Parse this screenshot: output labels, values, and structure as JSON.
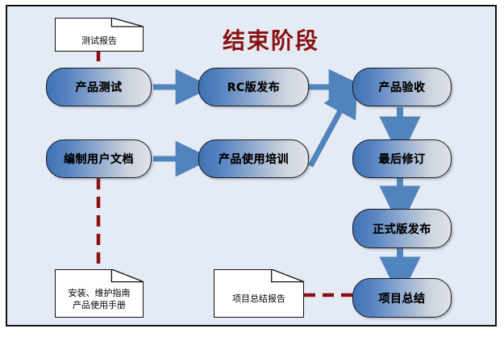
{
  "diagram": {
    "title": "结束阶段",
    "title_color": "#8a1010",
    "background_color": "#e5ebf5",
    "border_color": "#101010",
    "arrow_color": "#5183bd",
    "dashed_link_color": "#8b1010",
    "box_gradient_from": "#3f72b5",
    "box_gradient_to": "#dfe3e9"
  },
  "processes": [
    {
      "id": "product-test",
      "label": "产品测试"
    },
    {
      "id": "rc-release",
      "label": "RC版发布"
    },
    {
      "id": "product-acceptance",
      "label": "产品验收"
    },
    {
      "id": "user-doc",
      "label": "编制用户文档"
    },
    {
      "id": "usage-training",
      "label": "产品使用培训"
    },
    {
      "id": "final-revision",
      "label": "最后修订"
    },
    {
      "id": "official-release",
      "label": "正式版发布"
    },
    {
      "id": "project-summary",
      "label": "项目总结"
    }
  ],
  "documents": [
    {
      "id": "test-report",
      "lines": [
        "测试报告"
      ]
    },
    {
      "id": "install-manual",
      "lines": [
        "安装、维护指南",
        "产品使用手册"
      ]
    },
    {
      "id": "summary-report",
      "lines": [
        "项目总结报告"
      ]
    }
  ],
  "connections": [
    {
      "from": "product-test",
      "to": "rc-release",
      "style": "solid-arrow"
    },
    {
      "from": "rc-release",
      "to": "product-acceptance",
      "style": "solid-arrow"
    },
    {
      "from": "user-doc",
      "to": "usage-training",
      "style": "solid-arrow"
    },
    {
      "from": "usage-training",
      "to": "product-acceptance",
      "style": "solid-arrow-diagonal"
    },
    {
      "from": "product-acceptance",
      "to": "final-revision",
      "style": "solid-arrow"
    },
    {
      "from": "final-revision",
      "to": "official-release",
      "style": "solid-arrow"
    },
    {
      "from": "official-release",
      "to": "project-summary",
      "style": "solid-arrow"
    },
    {
      "from": "test-report",
      "to": "product-test",
      "style": "dashed"
    },
    {
      "from": "user-doc",
      "to": "install-manual",
      "style": "dashed"
    },
    {
      "from": "summary-report",
      "to": "project-summary",
      "style": "dashed"
    }
  ]
}
